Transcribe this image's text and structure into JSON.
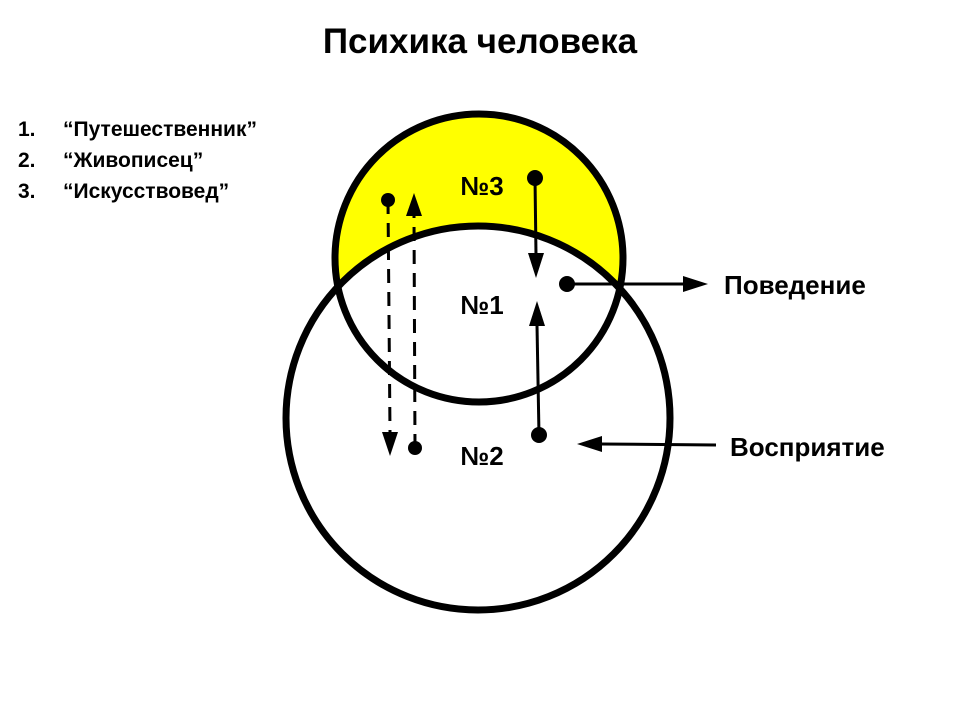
{
  "title": "Психика человека",
  "list": [
    {
      "num": "1.",
      "label": "“Путешественник”"
    },
    {
      "num": "2.",
      "label": "“Живописец”"
    },
    {
      "num": "3.",
      "label": "“Искусствовед”"
    }
  ],
  "diagram": {
    "region3": "№3",
    "region1": "№1",
    "region2": "№2",
    "behavior_label": "Поведение",
    "perception_label": "Восприятие"
  },
  "colors": {
    "highlight": "#ffff00",
    "stroke": "#000000"
  }
}
